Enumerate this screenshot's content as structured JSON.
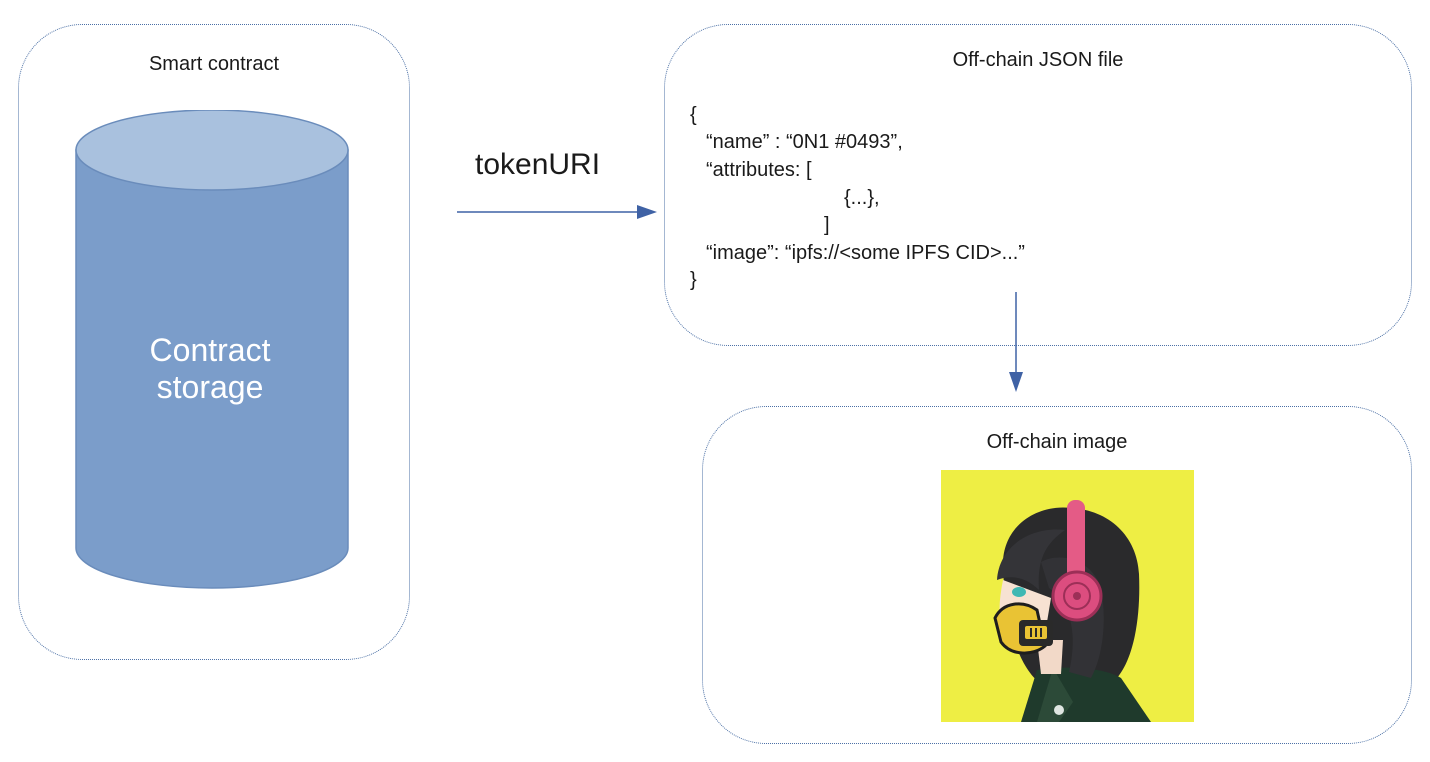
{
  "contract_panel": {
    "title": "Smart contract",
    "storage_label_line1": "Contract",
    "storage_label_line2": "storage"
  },
  "arrow_label": "tokenURI",
  "json_panel": {
    "title": "Off-chain JSON file",
    "lines": [
      "{",
      "“name” : “0N1 #0493”,",
      "“attributes: [",
      "{...},",
      "]",
      "“image”: “ipfs://<some IPFS CID>...”",
      "}"
    ]
  },
  "image_panel": {
    "title": "Off-chain image"
  },
  "colors": {
    "panel_border": "#4a6fa5",
    "cylinder_body": "#7b9dca",
    "cylinder_top": "#a9c1de",
    "arrow": "#3f62a5",
    "image_background": "#eeee44"
  }
}
